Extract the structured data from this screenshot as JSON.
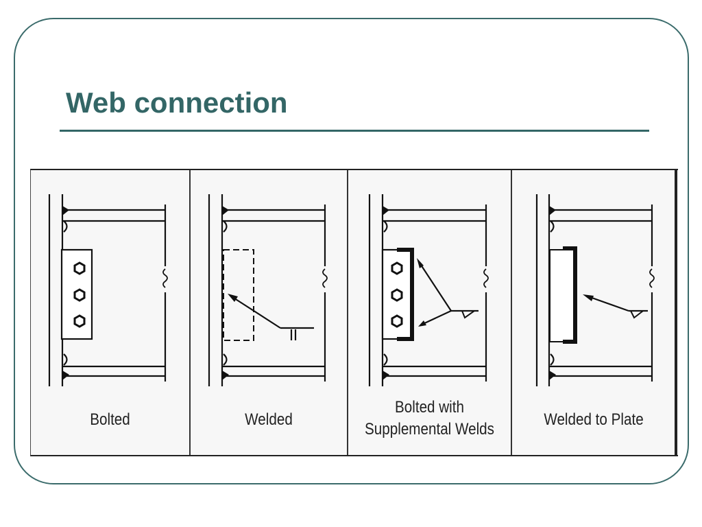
{
  "slide": {
    "title": "Web connection"
  },
  "figure": {
    "panels": [
      {
        "caption_lines": [
          "Bolted"
        ]
      },
      {
        "caption_lines": [
          "Welded"
        ]
      },
      {
        "caption_lines": [
          "Bolted with",
          "Supplemental  Welds"
        ]
      },
      {
        "caption_lines": [
          "Welded to Plate"
        ]
      }
    ]
  }
}
